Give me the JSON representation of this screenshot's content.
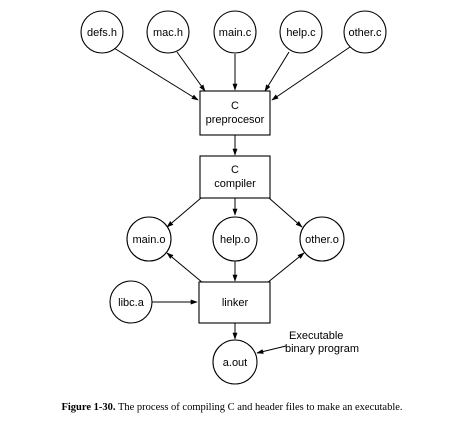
{
  "nodes": {
    "defs_h": "defs.h",
    "mac_h": "mac.h",
    "main_c": "main.c",
    "help_c": "help.c",
    "other_c": "other.c",
    "preprocessor": [
      "C",
      "preprocesor"
    ],
    "compiler": [
      "C",
      "compiler"
    ],
    "main_o": "main.o",
    "help_o": "help.o",
    "other_o": "other.o",
    "libc_a": "libc.a",
    "linker": "linker",
    "a_out": "a.out"
  },
  "annotation": [
    "Executable",
    "binary program"
  ],
  "caption": {
    "label": "Figure 1-30.",
    "text": "The process of compiling C and header files to make an executable."
  }
}
